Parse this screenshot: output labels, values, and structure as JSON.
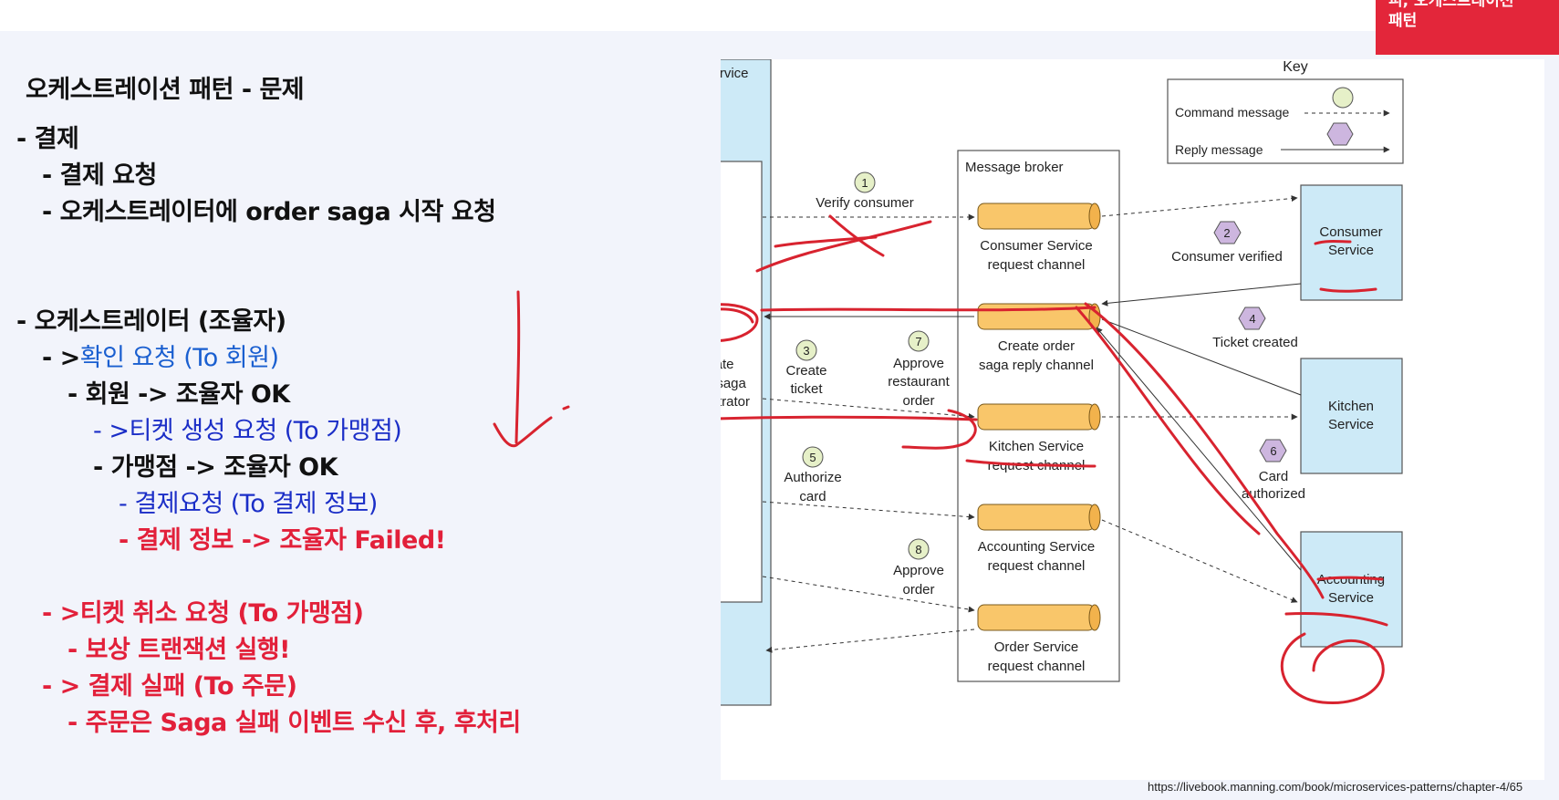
{
  "header": {
    "tag_lines": [
      "피, 오케스트레이션",
      "패턴"
    ]
  },
  "slide": {
    "title": "오케스트레이션 패턴 - 문제",
    "lines": [
      {
        "text": "-  결제"
      },
      {
        "text": "-  결제 요청"
      },
      {
        "text": "-  오케스트레이터에 order saga 시작 요청"
      },
      {
        "text": "-  오케스트레이터 (조율자)"
      },
      {
        "prefix": "-  >",
        "text": "확인 요청 (To 회원)"
      },
      {
        "text": "-  회원 -> 조율자 OK"
      },
      {
        "text": "-  >티켓 생성 요청 (To 가맹점)"
      },
      {
        "text": "-  가맹점 -> 조율자 OK"
      },
      {
        "text": "-  결제요청 (To 결제 정보)"
      },
      {
        "text": "-  결제 정보 -> 조율자 Failed!"
      },
      {
        "text": "-  >티켓 취소 요청 (To 가맹점)"
      },
      {
        "text": "-  보상 트랜잭션 실행!"
      },
      {
        "text": "-  > 결제 실패 (To 주문)"
      },
      {
        "text": "-  주문은 Saga 실패 이벤트 수신 후, 후처리"
      }
    ]
  },
  "diagram": {
    "order_service": "Order Service",
    "orchestrator": [
      "Create",
      "order saga",
      "orchestrator"
    ],
    "message_broker": "Message broker",
    "key_title": "Key",
    "key_command": "Command message",
    "key_reply": "Reply message",
    "channels": [
      [
        "Consumer Service",
        "request channel"
      ],
      [
        "Create order",
        "saga reply channel"
      ],
      [
        "Kitchen Service",
        "request channel"
      ],
      [
        "Accounting Service",
        "request channel"
      ],
      [
        "Order Service",
        "request channel"
      ]
    ],
    "services": [
      [
        "Consumer",
        "Service"
      ],
      [
        "Kitchen",
        "Service"
      ],
      [
        "Accounting",
        "Service"
      ]
    ],
    "steps": [
      {
        "num": "1",
        "label": [
          "Verify consumer"
        ]
      },
      {
        "num": "2",
        "label": [
          "Consumer verified"
        ]
      },
      {
        "num": "3",
        "label": [
          "Create",
          "ticket"
        ]
      },
      {
        "num": "4",
        "label": [
          "Ticket created"
        ]
      },
      {
        "num": "5",
        "label": [
          "Authorize",
          "card"
        ]
      },
      {
        "num": "6",
        "label": [
          "Card",
          "authorized"
        ]
      },
      {
        "num": "7",
        "label": [
          "Approve",
          "restaurant",
          "order"
        ]
      },
      {
        "num": "8",
        "label": [
          "Approve",
          "order"
        ]
      }
    ]
  },
  "source_url": "https://livebook.manning.com/book/microservices-patterns/chapter-4/65",
  "colors": {
    "accent_red": "#e2203a",
    "blue": "#1a5fd0",
    "navy": "#1b2ec7",
    "service_fill": "#cdeaf7",
    "channel_fill": "#f9c66a",
    "command_fill": "#e6f0c8",
    "reply_fill": "#cdb6df",
    "ink": "#d8232f"
  }
}
